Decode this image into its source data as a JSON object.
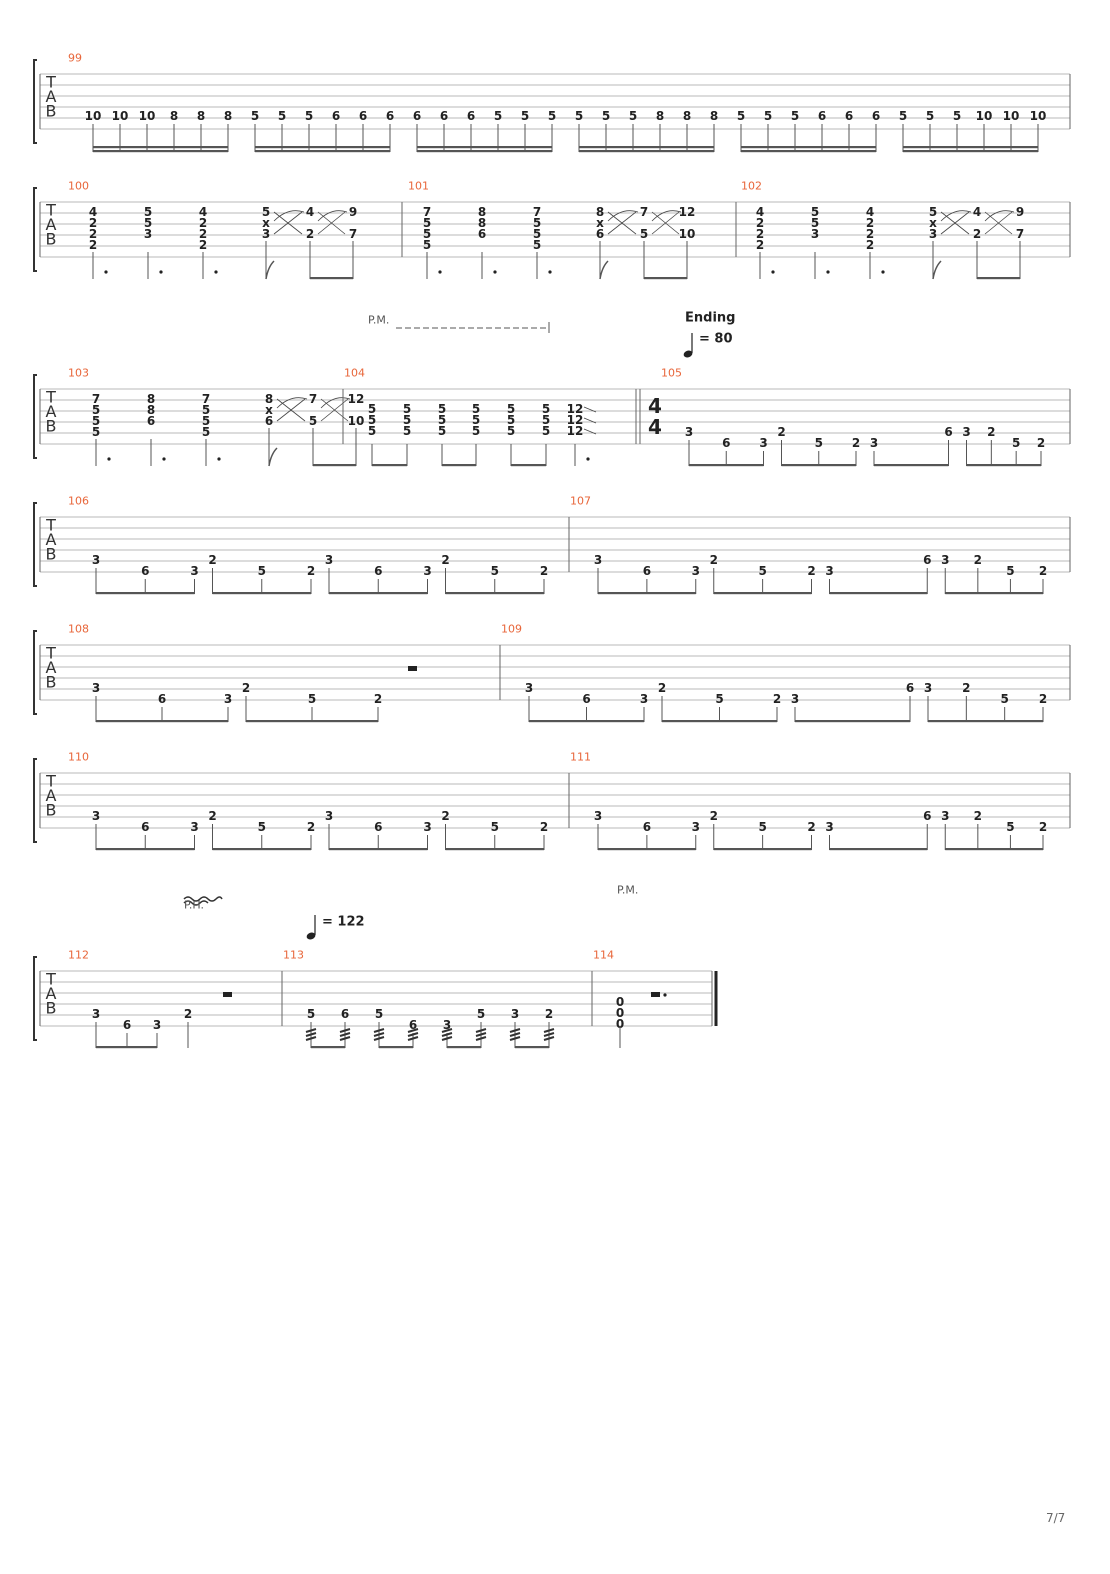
{
  "page_number": "7/7",
  "colors": {
    "measure_number": "#e8663a",
    "ink": "#222222",
    "staff_line": "#b9b9b9"
  },
  "clef": [
    "T",
    "A",
    "B"
  ],
  "systems": [
    {
      "measures": [
        {
          "number": "99",
          "beam_groups": [
            {
              "beats": [
                [
                  "10"
                ],
                [
                  "10"
                ],
                [
                  "10"
                ],
                [
                  "8"
                ],
                [
                  "8"
                ],
                [
                  "8"
                ]
              ],
              "flags": 2
            },
            {
              "beats": [
                [
                  "5"
                ],
                [
                  "5"
                ],
                [
                  "5"
                ],
                [
                  "6"
                ],
                [
                  "6"
                ],
                [
                  "6"
                ]
              ],
              "flags": 2
            },
            {
              "beats": [
                [
                  "6"
                ],
                [
                  "6"
                ],
                [
                  "6"
                ],
                [
                  "5"
                ],
                [
                  "5"
                ],
                [
                  "5"
                ]
              ],
              "flags": 2
            },
            {
              "beats": [
                [
                  "5"
                ],
                [
                  "5"
                ],
                [
                  "5"
                ],
                [
                  "8"
                ],
                [
                  "8"
                ],
                [
                  "8"
                ]
              ],
              "flags": 2
            },
            {
              "beats": [
                [
                  "5"
                ],
                [
                  "5"
                ],
                [
                  "5"
                ],
                [
                  "6"
                ],
                [
                  "6"
                ],
                [
                  "6"
                ]
              ],
              "flags": 2
            },
            {
              "beats": [
                [
                  "5"
                ],
                [
                  "5"
                ],
                [
                  "5"
                ],
                [
                  "10"
                ],
                [
                  "10"
                ],
                [
                  "10"
                ]
              ],
              "flags": 2
            }
          ]
        }
      ]
    },
    {
      "measures": [
        {
          "number": "100",
          "chords": [
            {
              "notes": [
                "4",
                "2",
                "2",
                "2"
              ],
              "dotted": true
            },
            {
              "notes": [
                "5",
                "5",
                "3"
              ],
              "dotted": true
            },
            {
              "notes": [
                "4",
                "2",
                "2",
                "2"
              ],
              "dotted": true
            },
            {
              "notes": [
                "5",
                "x",
                "3"
              ],
              "flag": true
            },
            {
              "notes": [
                "4",
                "",
                "2"
              ]
            },
            {
              "notes": [
                "9",
                "",
                "7"
              ]
            }
          ]
        },
        {
          "number": "101",
          "chords": [
            {
              "notes": [
                "7",
                "5",
                "5",
                "5"
              ],
              "dotted": true
            },
            {
              "notes": [
                "8",
                "8",
                "6"
              ],
              "dotted": true
            },
            {
              "notes": [
                "7",
                "5",
                "5",
                "5"
              ],
              "dotted": true
            },
            {
              "notes": [
                "8",
                "x",
                "6"
              ],
              "flag": true
            },
            {
              "notes": [
                "7",
                "",
                "5"
              ]
            },
            {
              "notes": [
                "12",
                "",
                "10"
              ]
            }
          ]
        },
        {
          "number": "102",
          "chords": [
            {
              "notes": [
                "4",
                "2",
                "2",
                "2"
              ],
              "dotted": true
            },
            {
              "notes": [
                "5",
                "5",
                "3"
              ],
              "dotted": true
            },
            {
              "notes": [
                "4",
                "2",
                "2",
                "2"
              ],
              "dotted": true
            },
            {
              "notes": [
                "5",
                "x",
                "3"
              ],
              "flag": true
            },
            {
              "notes": [
                "4",
                "",
                "2"
              ]
            },
            {
              "notes": [
                "9",
                "",
                "7"
              ]
            }
          ]
        }
      ]
    },
    {
      "annotations": {
        "pm": "P.M.",
        "section": "Ending",
        "tempo": "= 80"
      },
      "measures": [
        {
          "number": "103",
          "chords": [
            {
              "notes": [
                "7",
                "5",
                "5",
                "5"
              ],
              "dotted": true
            },
            {
              "notes": [
                "8",
                "8",
                "6"
              ],
              "dotted": true
            },
            {
              "notes": [
                "7",
                "5",
                "5",
                "5"
              ],
              "dotted": true
            },
            {
              "notes": [
                "8",
                "x",
                "6"
              ],
              "flag": true
            },
            {
              "notes": [
                "7",
                "",
                "5"
              ]
            },
            {
              "notes": [
                "12",
                "",
                "10"
              ]
            }
          ]
        },
        {
          "number": "104",
          "chords": [
            {
              "notes": [
                "5",
                "5",
                "5"
              ]
            },
            {
              "notes": [
                "5",
                "5",
                "5"
              ]
            },
            {
              "notes": [
                "5",
                "5",
                "5"
              ]
            },
            {
              "notes": [
                "5",
                "5",
                "5"
              ]
            },
            {
              "notes": [
                "5",
                "5",
                "5"
              ]
            },
            {
              "notes": [
                "5",
                "5",
                "5"
              ]
            },
            {
              "notes": [
                "12",
                "12",
                "12"
              ],
              "dotted": true
            }
          ]
        },
        {
          "number": "105",
          "time_signature": [
            "4",
            "4"
          ],
          "riff": [
            [
              "3",
              "6",
              "3"
            ],
            [
              "2",
              "5",
              "2"
            ],
            [
              "3",
              "6"
            ],
            [
              "3",
              "2",
              "5",
              "2"
            ]
          ]
        }
      ]
    },
    {
      "measures": [
        {
          "number": "106",
          "riff": [
            [
              "3",
              "6",
              "3"
            ],
            [
              "2",
              "5",
              "2"
            ],
            [
              "3",
              "6",
              "3"
            ],
            [
              "2",
              "5",
              "2"
            ]
          ]
        },
        {
          "number": "107",
          "riff": [
            [
              "3",
              "6",
              "3"
            ],
            [
              "2",
              "5",
              "2"
            ],
            [
              "3",
              "6"
            ],
            [
              "3",
              "2",
              "5",
              "2"
            ]
          ]
        }
      ]
    },
    {
      "measures": [
        {
          "number": "108",
          "riff": [
            [
              "3",
              "6",
              "3"
            ],
            [
              "2",
              "5",
              "2"
            ]
          ],
          "rest": "half"
        },
        {
          "number": "109",
          "riff": [
            [
              "3",
              "6",
              "3"
            ],
            [
              "2",
              "5",
              "2"
            ],
            [
              "3",
              "6"
            ],
            [
              "3",
              "2",
              "5",
              "2"
            ]
          ]
        }
      ]
    },
    {
      "measures": [
        {
          "number": "110",
          "riff": [
            [
              "3",
              "6",
              "3"
            ],
            [
              "2",
              "5",
              "2"
            ],
            [
              "3",
              "6",
              "3"
            ],
            [
              "2",
              "5",
              "2"
            ]
          ]
        },
        {
          "number": "111",
          "riff": [
            [
              "3",
              "6",
              "3"
            ],
            [
              "2",
              "5",
              "2"
            ],
            [
              "3",
              "6"
            ],
            [
              "3",
              "2",
              "5",
              "2"
            ]
          ]
        }
      ]
    },
    {
      "annotations": {
        "ph": "P.H.",
        "tempo": "= 122",
        "pm": "P.M."
      },
      "measures": [
        {
          "number": "112",
          "riff": [
            [
              "3",
              "6",
              "3"
            ],
            [
              "2"
            ]
          ],
          "rest": "half"
        },
        {
          "number": "113",
          "tremolo": [
            [
              "5",
              "6"
            ],
            [
              "5",
              "6"
            ],
            [
              "3",
              "5"
            ],
            [
              "3",
              "2"
            ]
          ]
        },
        {
          "number": "114",
          "notes": [
            "0",
            "0",
            "0"
          ],
          "rest": "dotted-half"
        }
      ]
    }
  ]
}
